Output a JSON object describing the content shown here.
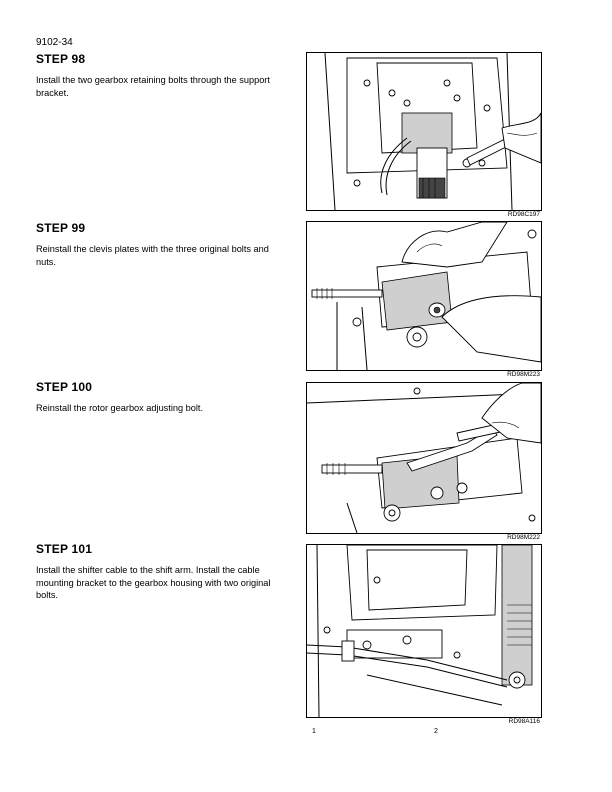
{
  "header": {
    "page_number": "9102-34"
  },
  "steps": [
    {
      "title": "STEP  98",
      "text": "Install the two gearbox retaining bolts through the support bracket.",
      "figure_code": "RD98C197"
    },
    {
      "title": "STEP  99",
      "text": "Reinstall the clevis plates with the three original bolts and nuts.",
      "figure_code": "RD98M223"
    },
    {
      "title": "STEP  100",
      "text": "Reinstall the rotor gearbox adjusting bolt.",
      "figure_code": "RD98M222"
    },
    {
      "title": "STEP  101",
      "text": "Install the shifter cable to the shift arm. Install the cable mounting bracket to the gearbox housing with two original bolts.",
      "figure_code": "RD98A116"
    }
  ],
  "footer": {
    "mark_left": "1",
    "mark_right": "2"
  }
}
